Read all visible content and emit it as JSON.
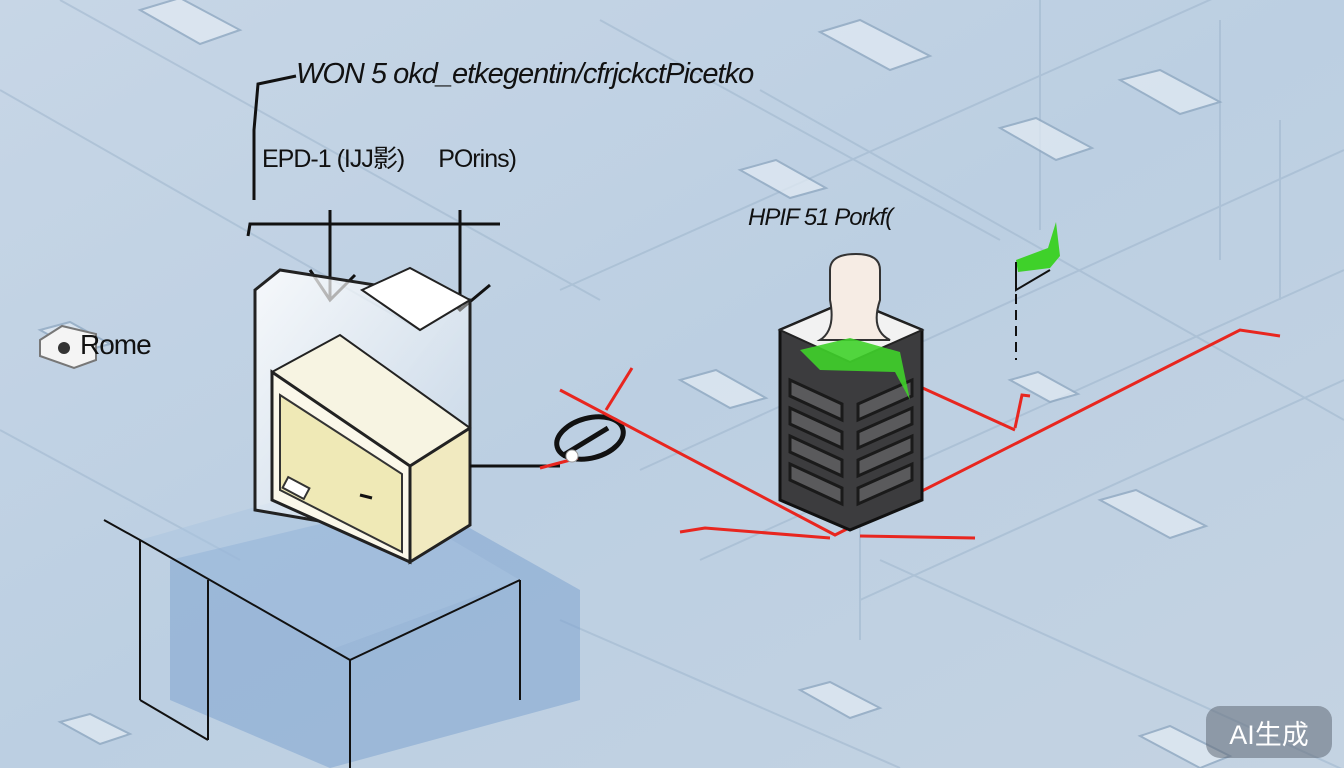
{
  "labels": {
    "title": "WON 5 okd_etkegentin/cfrjckctPicetko",
    "subtitle_code": "EPD-1 (IJJ影)",
    "subtitle_name": "POrins)",
    "server_label": "HPIF 51 Porkf(",
    "home_label": "Rome"
  },
  "badge": {
    "text": "AI生成"
  },
  "colors": {
    "background": "#bfd0e2",
    "link_red": "#e8261f",
    "accent_green": "#3fd12a",
    "server_dark": "#3c3c3e",
    "box_cream": "#f4efc3"
  },
  "icons": [
    "home-icon",
    "cable-plug-icon",
    "server-rack-icon",
    "green-flag-icon"
  ]
}
